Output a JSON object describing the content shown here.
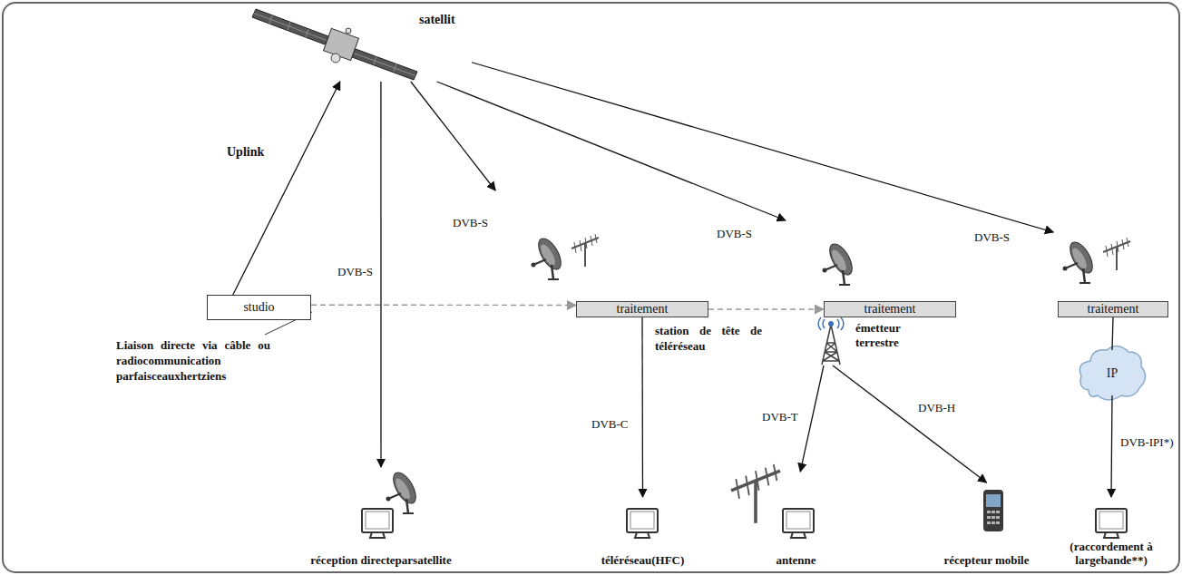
{
  "diagram": {
    "nodes": [
      {
        "text": [
          "satellit"
        ]
      },
      {
        "text": [
          "studio"
        ]
      },
      {
        "text": [
          "traitement"
        ]
      },
      {
        "text": [
          "traitement"
        ]
      },
      {
        "text": [
          "traitement"
        ]
      },
      {
        "text": [
          "émetteur terrestre"
        ]
      },
      {
        "text": [
          "IP"
        ]
      },
      {
        "text": [
          "réception directeparsatellite"
        ]
      },
      {
        "text": [
          "téléréseau(HFC)"
        ]
      },
      {
        "text": [
          "antenne"
        ]
      },
      {
        "text": [
          "récepteur mobile"
        ]
      },
      {
        "text": [
          "(raccordement à largebande**)"
        ]
      }
    ],
    "edges": [
      {
        "from": 1,
        "to": 0,
        "arrow": "to",
        "label": "Uplink"
      },
      {
        "from": 0,
        "to": 7,
        "arrow": "to",
        "label": "DVB-S"
      },
      {
        "from": 0,
        "to": 2,
        "arrow": "to",
        "label": "DVB-S"
      },
      {
        "from": 0,
        "to": 3,
        "arrow": "to",
        "label": "DVB-S"
      },
      {
        "from": 0,
        "to": 4,
        "arrow": "to",
        "label": "DVB-S"
      },
      {
        "from": 1,
        "to": 2,
        "arrow": "to"
      },
      {
        "from": 2,
        "to": 3,
        "arrow": "to"
      },
      {
        "from": 2,
        "to": 8,
        "arrow": "to",
        "label": "DVB-C"
      },
      {
        "from": 5,
        "to": 9,
        "arrow": "to",
        "label": "DVB-T"
      },
      {
        "from": 5,
        "to": 10,
        "arrow": "to",
        "label": "DVB-H"
      },
      {
        "from": 4,
        "to": 6,
        "arrow": "none"
      },
      {
        "from": 6,
        "to": 11,
        "arrow": "to",
        "label": "DVB-IPI*)"
      }
    ],
    "labels": [
      "Liaison directe via câble ou radiocommunication parfaisceauxhertziens",
      "station de tête de téléréseau"
    ]
  }
}
